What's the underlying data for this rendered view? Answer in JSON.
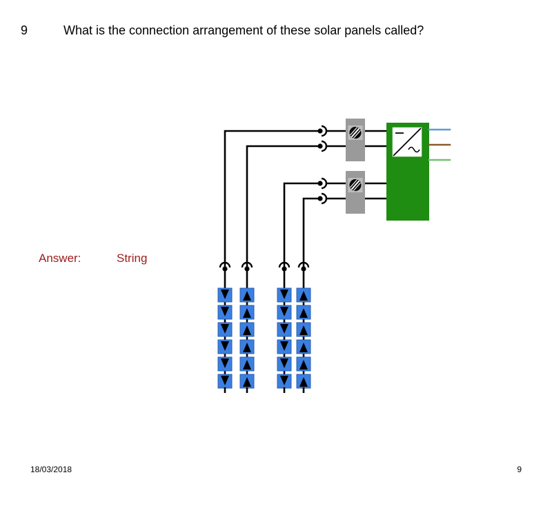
{
  "slide": {
    "question_number": "9",
    "question_text": "What is the connection arrangement of these solar panels called?",
    "answer_label": "Answer:",
    "answer_value": "String",
    "answer_color": "#9e1a1a",
    "footer_date": "18/03/2018",
    "footer_page": "9"
  },
  "diagram": {
    "title": "Solar PV string array wired to a DC isolator and grid inverter",
    "colors": {
      "panel_fill": "#3b7fe0",
      "panel_fill_light": "#5b95ea",
      "panel_arrow": "#000000",
      "wire": "#000000",
      "isolator_body": "#9a9a9a",
      "isolator_inner": "#bdbdbd",
      "isolator_knob": "#0a0a0a",
      "inverter_body": "#1f8c12",
      "inverter_symbol_bg": "#ffffff",
      "output_live": "#5b9bd5",
      "output_neutral": "#8b5a2b",
      "output_earth": "#71c171"
    },
    "strings": [
      {
        "name": "string-1-negative-column",
        "panel_count": 6,
        "arrow": "down"
      },
      {
        "name": "string-1-positive-column",
        "panel_count": 6,
        "arrow": "up"
      },
      {
        "name": "string-2-negative-column",
        "panel_count": 6,
        "arrow": "down"
      },
      {
        "name": "string-2-positive-column",
        "panel_count": 6,
        "arrow": "up"
      }
    ],
    "panel_connectors": 4,
    "terminal_connectors": 4,
    "isolators": [
      {
        "name": "dc-isolator-string-1"
      },
      {
        "name": "dc-isolator-string-2"
      }
    ],
    "inverter": {
      "name": "grid-inverter",
      "symbol_dc": "—",
      "symbol_ac": "~",
      "dc_inputs": 4,
      "ac_outputs": [
        {
          "name": "ac-output-live",
          "color": "#5b9bd5"
        },
        {
          "name": "ac-output-neutral",
          "color": "#8b5a2b"
        },
        {
          "name": "ac-output-earth",
          "color": "#71c171"
        }
      ]
    }
  }
}
